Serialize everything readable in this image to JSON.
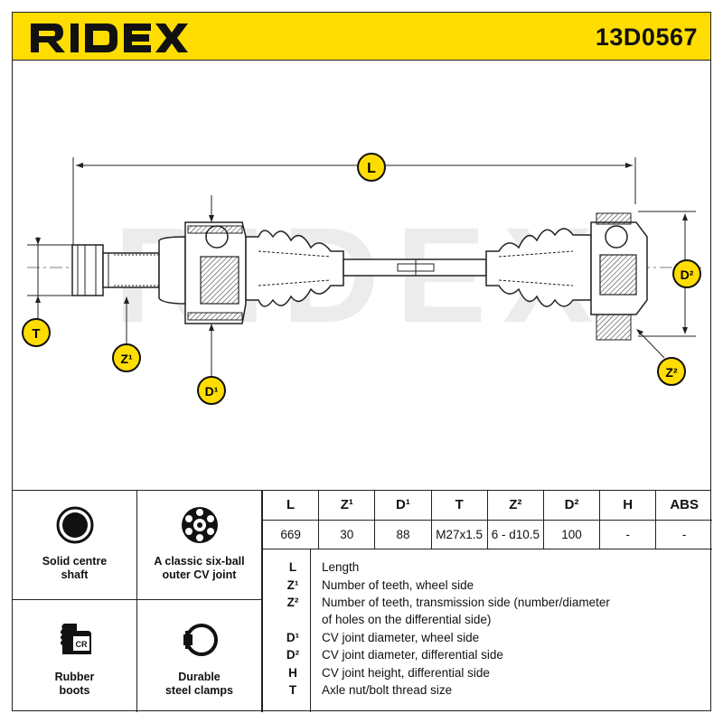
{
  "header": {
    "brand": "RIDEX",
    "part_number": "13D0567",
    "accent_color": "#ffdd00"
  },
  "drawing": {
    "watermark": "RIDEX",
    "labels": {
      "L": "L",
      "D2": "D²",
      "T": "T",
      "Z1": "Z¹",
      "D1": "D¹",
      "Z2": "Z²"
    }
  },
  "features": [
    {
      "icon": "solid-shaft-icon",
      "line1": "Solid centre",
      "line2": "shaft"
    },
    {
      "icon": "six-ball-joint-icon",
      "line1": "A classic six-ball",
      "line2": "outer CV joint"
    },
    {
      "icon": "rubber-boot-icon",
      "line1": "Rubber",
      "line2": "boots",
      "badge": "CR"
    },
    {
      "icon": "steel-clamp-icon",
      "line1": "Durable",
      "line2": "steel clamps"
    }
  ],
  "specs": {
    "headers": [
      "L",
      "Z¹",
      "D¹",
      "T",
      "Z²",
      "D²",
      "H",
      "ABS"
    ],
    "values": [
      "669",
      "30",
      "88",
      "M27x1.5",
      "6 - d10.5",
      "100",
      "-",
      "-"
    ]
  },
  "legend": [
    {
      "key": "L",
      "text": "Length"
    },
    {
      "key": "Z¹",
      "text": "Number of teeth, wheel side"
    },
    {
      "key": "Z²",
      "text": "Number of teeth, transmission side (number/diameter"
    },
    {
      "key": "",
      "text": "of holes on the differential side)"
    },
    {
      "key": "D¹",
      "text": "CV joint diameter, wheel side"
    },
    {
      "key": "D²",
      "text": "CV joint diameter, differential side"
    },
    {
      "key": "H",
      "text": "CV joint height, differential side"
    },
    {
      "key": "T",
      "text": "Axle nut/bolt thread size"
    }
  ]
}
